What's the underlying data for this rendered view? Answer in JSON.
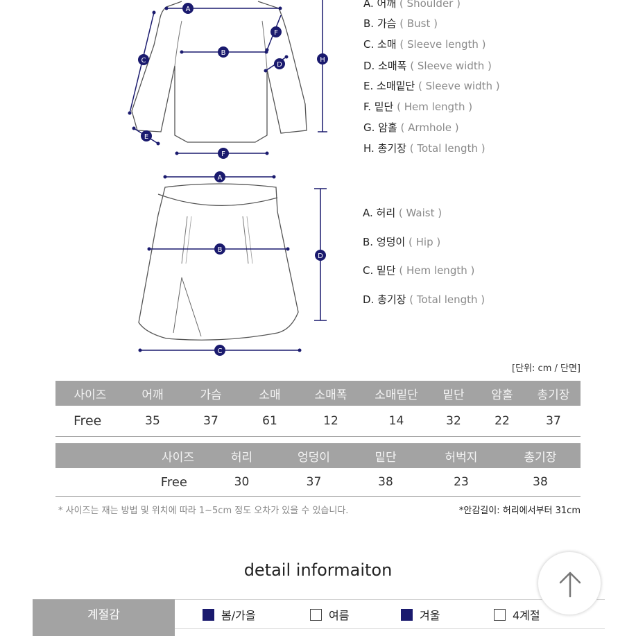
{
  "top_diagram": {
    "markers": [
      "A",
      "B",
      "C",
      "D",
      "E",
      "F",
      "H",
      "F"
    ],
    "legend": [
      {
        "ko": "A. 어깨",
        "en": "( Shoulder )"
      },
      {
        "ko": "B. 가슴",
        "en": "( Bust )"
      },
      {
        "ko": "C. 소매",
        "en": "( Sleeve length )"
      },
      {
        "ko": "D. 소매폭",
        "en": "( Sleeve width )"
      },
      {
        "ko": "E. 소매밑단",
        "en": "( Sleeve width )"
      },
      {
        "ko": "F. 밑단",
        "en": "( Hem length )"
      },
      {
        "ko": "G. 암홀",
        "en": "( Armhole )"
      },
      {
        "ko": "H. 총기장",
        "en": "( Total length )"
      }
    ]
  },
  "skirt_diagram": {
    "markers": [
      "A",
      "B",
      "C",
      "D"
    ],
    "legend": [
      {
        "ko": "A. 허리",
        "en": "( Waist )"
      },
      {
        "ko": "B. 엉덩이",
        "en": "( Hip )"
      },
      {
        "ko": "C. 밑단",
        "en": "( Hem length )"
      },
      {
        "ko": "D. 총기장",
        "en": "( Total length )"
      }
    ]
  },
  "unit_label": "[단위: cm / 단면]",
  "top_table": {
    "headers": [
      "사이즈",
      "어깨",
      "가슴",
      "소매",
      "소매폭",
      "소매밑단",
      "밑단",
      "암홀",
      "총기장"
    ],
    "row": [
      "Free",
      "35",
      "37",
      "61",
      "12",
      "14",
      "32",
      "22",
      "37"
    ]
  },
  "skirt_table": {
    "headers": [
      "사이즈",
      "허리",
      "엉덩이",
      "밑단",
      "허벅지",
      "총기장"
    ],
    "row": [
      "Free",
      "30",
      "37",
      "38",
      "23",
      "38"
    ]
  },
  "note_left": "* 사이즈는 재는 방법 및 위치에 따라 1~5cm 정도 오차가 있을 수 있습니다.",
  "note_right": "*안감길이: 허리에서부터 31cm",
  "detail_title": "detail informaiton",
  "season": {
    "label": "계절감",
    "options": [
      {
        "label": "봄/가을",
        "checked": true
      },
      {
        "label": "여름",
        "checked": false
      },
      {
        "label": "겨울",
        "checked": true
      },
      {
        "label": "4계절",
        "checked": false
      }
    ]
  },
  "colors": {
    "marker": "#1a1a6e",
    "header_bg": "#a3a3a3"
  },
  "icons": {
    "scroll_top": "arrow-up-icon"
  }
}
